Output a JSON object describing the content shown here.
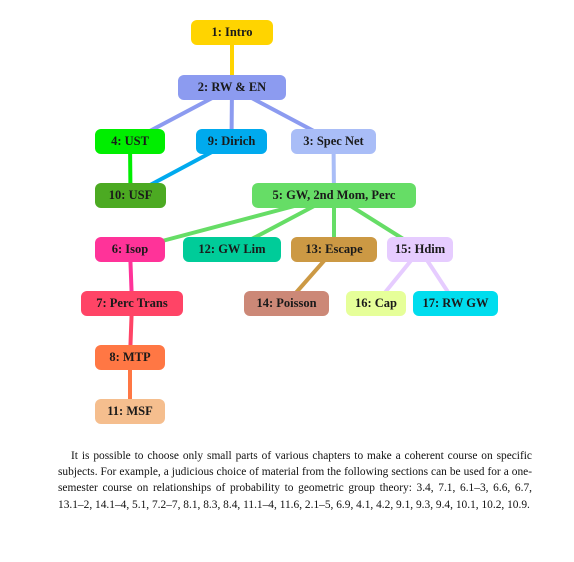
{
  "nodes": {
    "n1": {
      "label": "1: Intro",
      "color": "#FFD400"
    },
    "n2": {
      "label": "2: RW & EN",
      "color": "#8C9BF0"
    },
    "n4": {
      "label": "4: UST",
      "color": "#00EE00"
    },
    "n9": {
      "label": "9: Dirich",
      "color": "#00AAEE"
    },
    "n3": {
      "label": "3: Spec Net",
      "color": "#A9BDF7"
    },
    "n10": {
      "label": "10: USF",
      "color": "#4CAA22"
    },
    "n5": {
      "label": "5: GW, 2nd Mom, Perc",
      "color": "#66DD66"
    },
    "n6": {
      "label": "6: Isop",
      "color": "#FF3399"
    },
    "n12": {
      "label": "12: GW Lim",
      "color": "#00CC99"
    },
    "n13": {
      "label": "13: Escape",
      "color": "#CC9944"
    },
    "n15": {
      "label": "15: Hdim",
      "color": "#E6CCFF"
    },
    "n7": {
      "label": "7: Perc Trans",
      "color": "#FF4466"
    },
    "n14": {
      "label": "14: Poisson",
      "color": "#CC8877"
    },
    "n16": {
      "label": "16: Cap",
      "color": "#E6FF99"
    },
    "n17": {
      "label": "17: RW GW",
      "color": "#00DDEE"
    },
    "n8": {
      "label": "8: MTP",
      "color": "#FF7744"
    },
    "n11": {
      "label": "11: MSF",
      "color": "#F5BE8E"
    }
  },
  "edges": [
    {
      "from": "n1",
      "to": "n2",
      "color": "#FFD400"
    },
    {
      "from": "n2",
      "to": "n4",
      "color": "#8C9BF0"
    },
    {
      "from": "n2",
      "to": "n9",
      "color": "#8C9BF0"
    },
    {
      "from": "n2",
      "to": "n3",
      "color": "#8C9BF0"
    },
    {
      "from": "n4",
      "to": "n10",
      "color": "#00EE00"
    },
    {
      "from": "n9",
      "to": "n10",
      "color": "#00AAEE"
    },
    {
      "from": "n3",
      "to": "n5",
      "color": "#A9BDF7"
    },
    {
      "from": "n5",
      "to": "n6",
      "color": "#66DD66"
    },
    {
      "from": "n5",
      "to": "n12",
      "color": "#66DD66"
    },
    {
      "from": "n5",
      "to": "n13",
      "color": "#66DD66"
    },
    {
      "from": "n5",
      "to": "n15",
      "color": "#66DD66"
    },
    {
      "from": "n6",
      "to": "n7",
      "color": "#FF3399"
    },
    {
      "from": "n13",
      "to": "n14",
      "color": "#CC9944"
    },
    {
      "from": "n15",
      "to": "n16",
      "color": "#E6CCFF"
    },
    {
      "from": "n15",
      "to": "n17",
      "color": "#E6CCFF"
    },
    {
      "from": "n7",
      "to": "n8",
      "color": "#FF4466"
    },
    {
      "from": "n8",
      "to": "n11",
      "color": "#FF7744"
    }
  ],
  "caption": "It is possible to choose only small parts of various chapters to make a coherent course on specific subjects. For example, a judicious choice of material from the following sections can be used for a one-semester course on relationships of probability to geometric group theory: 3.4, 7.1, 6.1–3, 6.6, 6.7, 13.1–2, 14.1–4, 5.1, 7.2–7, 8.1, 8.3, 8.4, 11.1–4, 11.6, 2.1–5, 6.9, 4.1, 4.2, 9.1, 9.3, 9.4, 10.1, 10.2, 10.9."
}
